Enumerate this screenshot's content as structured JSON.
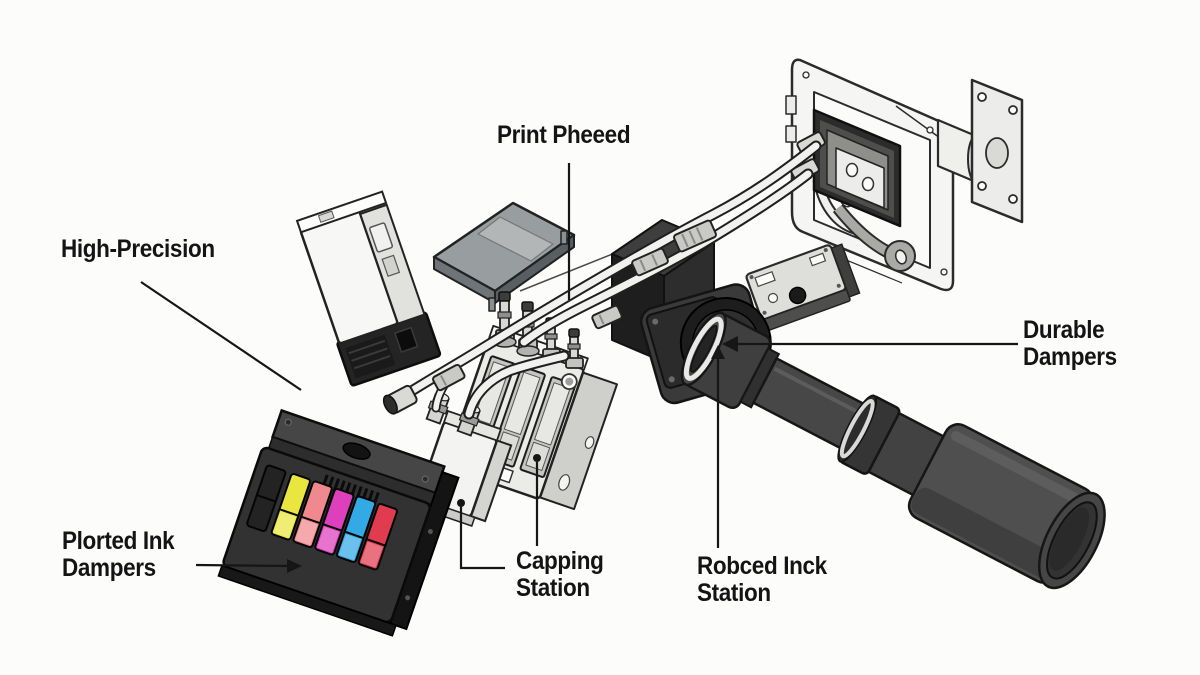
{
  "figure": {
    "background": "#fcfcfb",
    "outline_color": "#161616"
  },
  "labels": {
    "print_head": "Print Pheeed",
    "high_precision": "High-Precision",
    "plorted_line1": "Plorted Ink",
    "plorted_line2": "Dampers",
    "capping_line1": "Capping",
    "capping_line2": "Station",
    "robced_line1": "Robced Inck",
    "robced_line2": "Station",
    "durable_line1": "Durable",
    "durable_line2": "Dampers"
  },
  "ink_colors": {
    "slot_dark": "#232323",
    "yellow": "#e9e63f",
    "salmon": "#f0898d",
    "magenta": "#dd3fbd",
    "cyan": "#33a9e5",
    "red": "#e13b50"
  }
}
